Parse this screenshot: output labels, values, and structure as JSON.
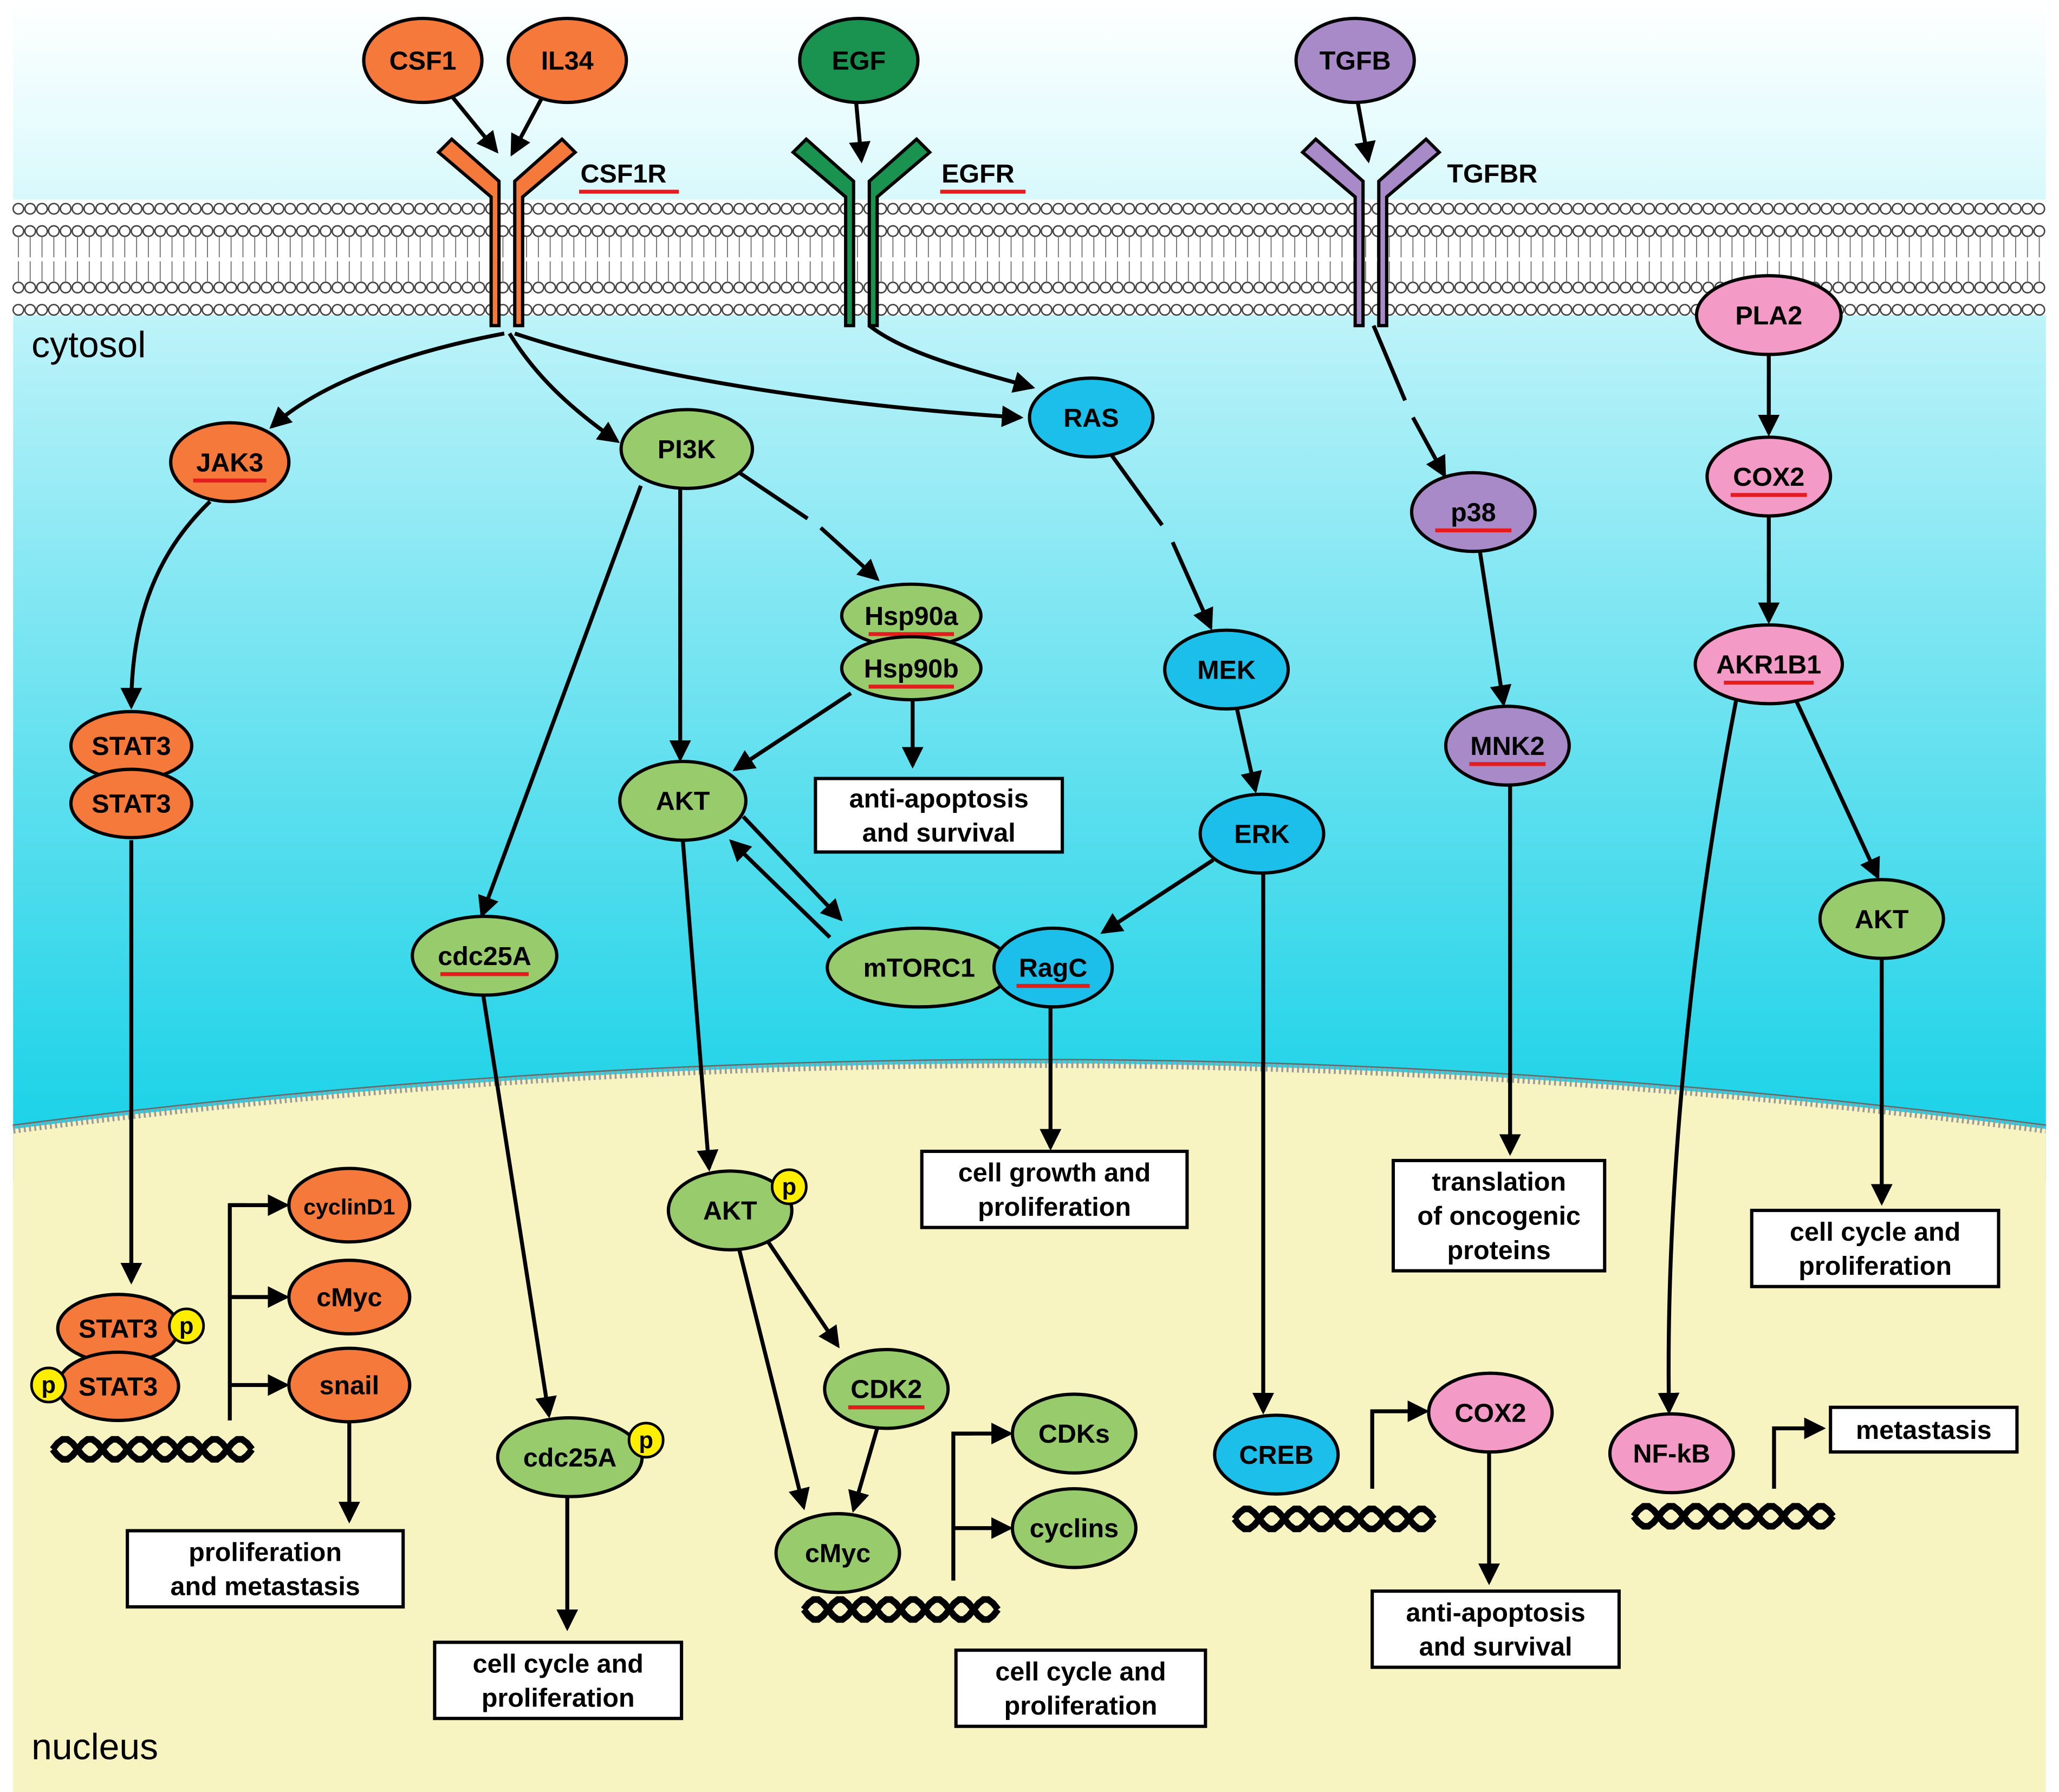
{
  "compartments": {
    "cytosol": "cytosol",
    "nucleus": "nucleus"
  },
  "colors": {
    "orange_pathway": "#f5793a",
    "green_pathway": "#1a9350",
    "light_green": "#97cb6c",
    "blue": "#1bbfe9",
    "purple": "#a88ac8",
    "pink": "#f49ac6",
    "phospho": "#ffee00",
    "underline": "#e31d1d",
    "cytosol_top": "#ffffff",
    "cytosol_bottom": "#1ad2e8",
    "nucleus": "#f7f4c2"
  },
  "ligands": {
    "csf1": "CSF1",
    "il34": "IL34",
    "egf": "EGF",
    "tgfb": "TGFB"
  },
  "receptors": {
    "csf1r": "CSF1R",
    "egfr": "EGFR",
    "tgfbr": "TGFBR"
  },
  "nodes": {
    "jak3": "JAK3",
    "stat3_top": "STAT3",
    "stat3_bottom": "STAT3",
    "stat3p_top": "STAT3",
    "stat3p_bottom": "STAT3",
    "cyclind1": "cyclinD1",
    "cmyc_left": "cMyc",
    "snail": "snail",
    "pi3k": "PI3K",
    "hsp90a": "Hsp90a",
    "hsp90b": "Hsp90b",
    "akt_mid": "AKT",
    "cdc25a": "cdc25A",
    "cdc25a_p": "cdc25A",
    "mtorc1": "mTORC1",
    "ragc": "RagC",
    "akt_p": "AKT",
    "cdk2": "CDK2",
    "cmyc_mid": "cMyc",
    "cdks": "CDKs",
    "cyclins": "cyclins",
    "ras": "RAS",
    "mek": "MEK",
    "erk": "ERK",
    "creb": "CREB",
    "cox2_nuc": "COX2",
    "p38": "p38",
    "mnk2": "MNK2",
    "pla2": "PLA2",
    "cox2_cyt": "COX2",
    "akr1b1": "AKR1B1",
    "akt_right": "AKT",
    "nfkb": "NF-kB"
  },
  "phospho_label": "p",
  "outcomes": {
    "anti_apoptosis_top": [
      "anti-apoptosis",
      "and survival"
    ],
    "prolif_metastasis": [
      "proliferation",
      "and metastasis"
    ],
    "cell_cycle_cdc25a": [
      "cell cycle and",
      "proliferation"
    ],
    "cell_growth": [
      "cell growth and",
      "proliferation"
    ],
    "cell_cycle_cmyc": [
      "cell cycle and",
      "proliferation"
    ],
    "translation": [
      "translation",
      "of oncogenic",
      "proteins"
    ],
    "anti_apoptosis_cox2": [
      "anti-apoptosis",
      "and survival"
    ],
    "cell_cycle_akt": [
      "cell cycle and",
      "proliferation"
    ],
    "metastasis": [
      "metastasis"
    ]
  }
}
